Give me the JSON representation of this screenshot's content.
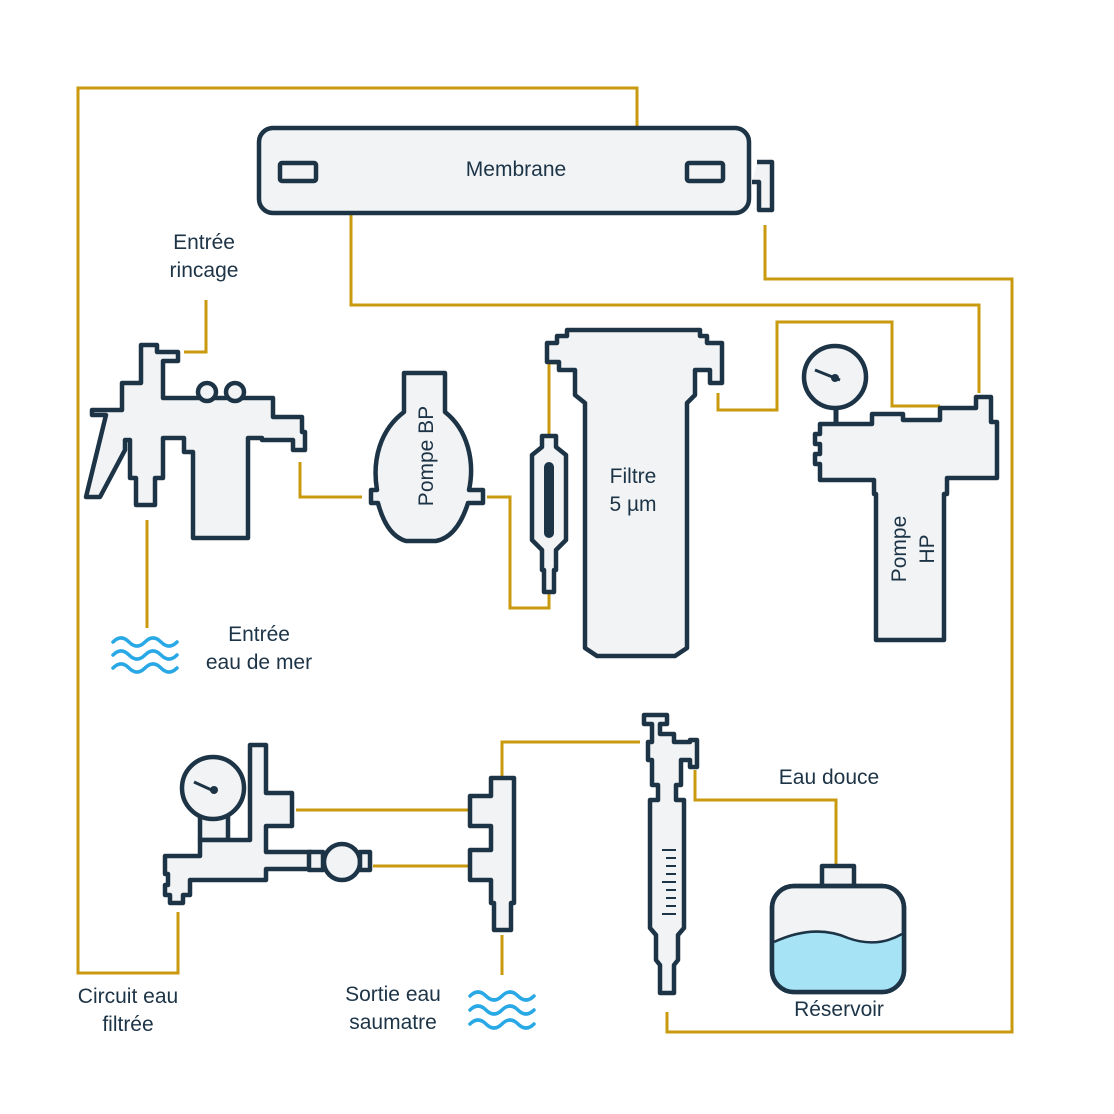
{
  "labels": {
    "membrane": "Membrane",
    "entree_rincage_1": "Entrée",
    "entree_rincage_2": "rincage",
    "pompe_bp": "Pompe BP",
    "filtre_1": "Filtre",
    "filtre_2": "5 µm",
    "pompe_hp_1": "Pompe",
    "pompe_hp_2": "HP",
    "entree_eau_mer_1": "Entrée",
    "entree_eau_mer_2": "eau de mer",
    "eau_douce": "Eau douce",
    "circuit_1": "Circuit eau",
    "circuit_2": "filtrée",
    "sortie_1": "Sortie eau",
    "sortie_2": "saumatre",
    "reservoir": "Réservoir"
  },
  "colors": {
    "pipe": "#c99a0e",
    "outline": "#1d3447",
    "fill": "#f1f3f5",
    "water": "#29a8e6",
    "tank_water": "#a6e3f5"
  }
}
